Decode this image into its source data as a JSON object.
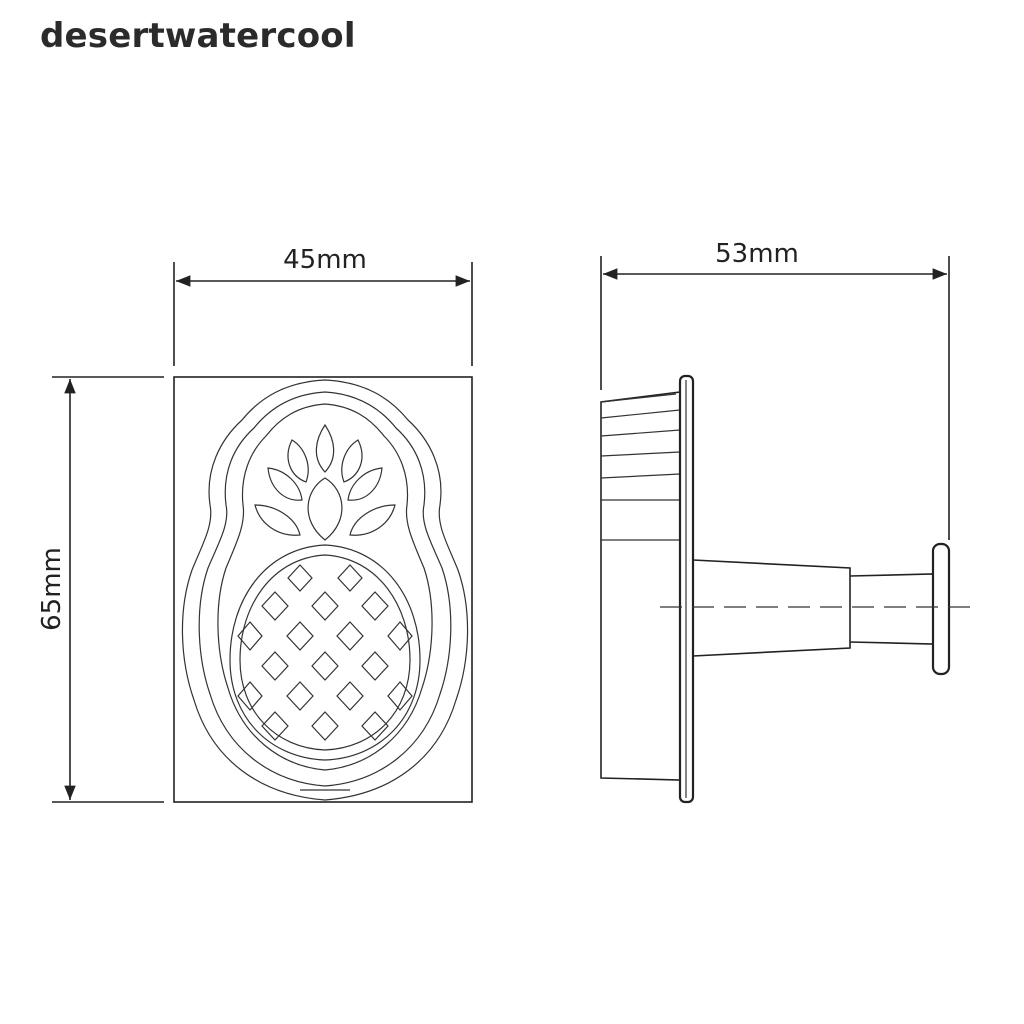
{
  "watermark": "desertwatercool",
  "dimensions": {
    "width": "45mm",
    "height": "65mm",
    "depth": "53mm"
  }
}
